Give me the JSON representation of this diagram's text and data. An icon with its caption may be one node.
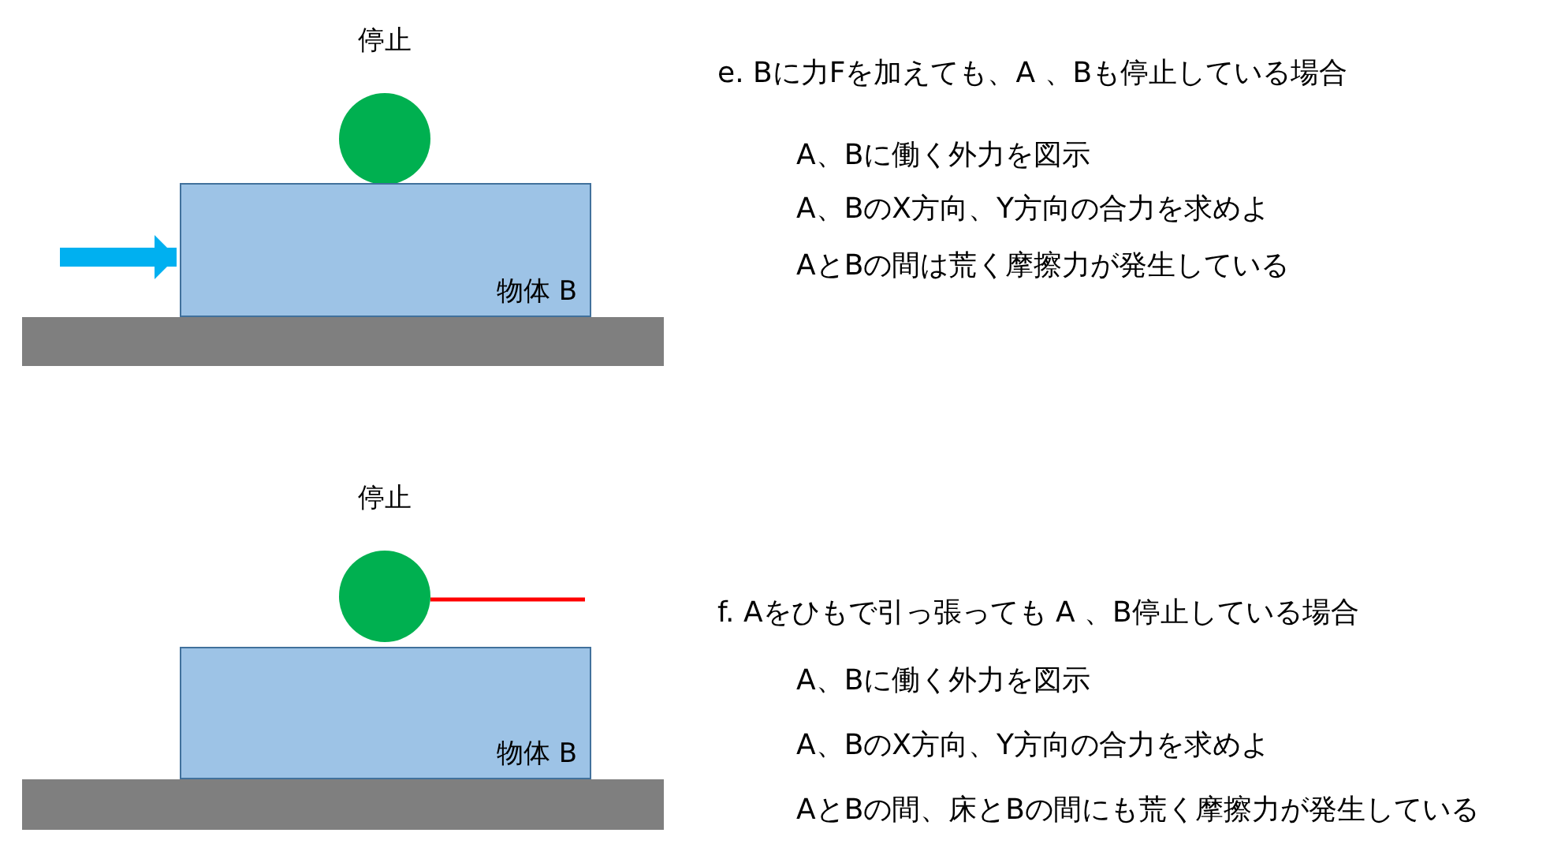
{
  "diagram": {
    "nodes": [
      {
        "text": [],
        "shape": "circle",
        "beside": [
          "停止"
        ]
      },
      {
        "text": [
          "物体 B"
        ]
      },
      {
        "text": [],
        "shape": "bar"
      },
      {
        "text": [],
        "shape": "circle",
        "beside": [
          "停止"
        ]
      },
      {
        "text": [
          "物体 B"
        ]
      },
      {
        "text": [],
        "shape": "bar"
      }
    ],
    "edges": [
      {
        "from": null,
        "to": 1,
        "arrow": "to",
        "style": "thick",
        "color": "#00b0f0"
      },
      {
        "from": 3,
        "to": null,
        "arrow": "none",
        "color": "#ff0000"
      }
    ],
    "labels": [
      "e.  Bに力Fを加えても、A 、Bも停止している場合",
      "A、Bに働く外力を図示",
      "A、BのX方向、Y方向の合力を求めよ",
      "AとBの間は荒く摩擦力が発生している",
      "f.  Aをひもで引っ張っても A 、B停止している場合",
      "A、Bに働く外力を図示",
      "A、BのX方向、Y方向の合力を求めよ",
      "AとBの間、床とBの間にも荒く摩擦力が発生している"
    ]
  }
}
